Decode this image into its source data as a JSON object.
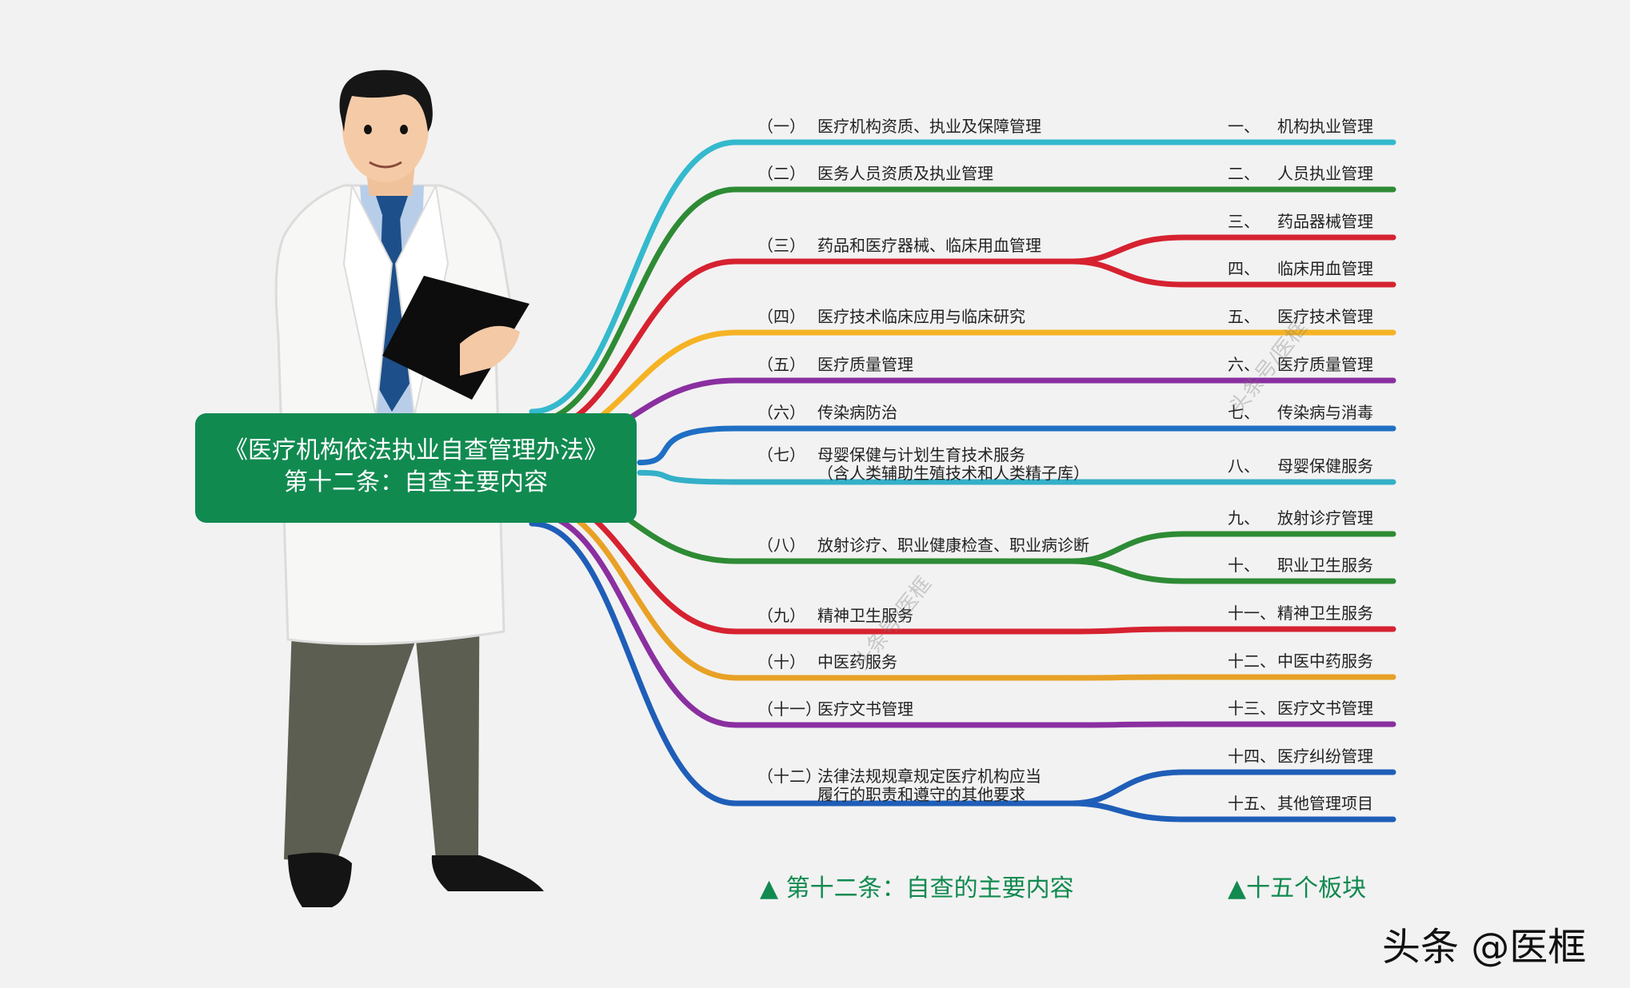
{
  "title": {
    "line1": "《医疗机构依法执业自查管理办法》",
    "line2": "第十二条：自查主要内容"
  },
  "left_items": [
    {
      "num": "（一）",
      "text": "医疗机构资质、执业及保障管理",
      "color": "#34b9cd"
    },
    {
      "num": "（二）",
      "text": "医务人员资质及执业管理",
      "color": "#2e8b35"
    },
    {
      "num": "（三）",
      "text": "药品和医疗器械、临床用血管理",
      "color": "#d62230"
    },
    {
      "num": "（四）",
      "text": "医疗技术临床应用与临床研究",
      "color": "#f5b324"
    },
    {
      "num": "（五）",
      "text": "医疗质量管理",
      "color": "#8a2fa0"
    },
    {
      "num": "（六）",
      "text": "传染病防治",
      "color": "#1f6fc4"
    },
    {
      "num": "（七）",
      "text": "母婴保健与计划生育技术服务",
      "sub": "（含人类辅助生殖技术和人类精子库）",
      "color": "#34b0c8"
    },
    {
      "num": "（八）",
      "text": "放射诊疗、职业健康检查、职业病诊断",
      "color": "#2e8b35"
    },
    {
      "num": "（九）",
      "text": "精神卫生服务",
      "color": "#d62230"
    },
    {
      "num": "（十）",
      "text": "中医药服务",
      "color": "#e8a126"
    },
    {
      "num": "（十一）",
      "text": "医疗文书管理",
      "color": "#8a2fa0"
    },
    {
      "num": "（十二）",
      "text": "法律法规规章规定医疗机构应当",
      "sub": "履行的职责和遵守的其他要求",
      "color": "#1f5eb8"
    }
  ],
  "right_items": [
    {
      "num": "一、",
      "text": "机构执业管理"
    },
    {
      "num": "二、",
      "text": "人员执业管理"
    },
    {
      "num": "三、",
      "text": "药品器械管理"
    },
    {
      "num": "四、",
      "text": "临床用血管理"
    },
    {
      "num": "五、",
      "text": "医疗技术管理"
    },
    {
      "num": "六、",
      "text": "医疗质量管理"
    },
    {
      "num": "七、",
      "text": "传染病与消毒"
    },
    {
      "num": "八、",
      "text": "母婴保健服务"
    },
    {
      "num": "九、",
      "text": "放射诊疗管理"
    },
    {
      "num": "十、",
      "text": "职业卫生服务"
    },
    {
      "num": "十一、",
      "text": "精神卫生服务"
    },
    {
      "num": "十二、",
      "text": "中医中药服务"
    },
    {
      "num": "十三、",
      "text": "医疗文书管理"
    },
    {
      "num": "十四、",
      "text": "医疗纠纷管理"
    },
    {
      "num": "十五、",
      "text": "其他管理项目"
    }
  ],
  "captions": {
    "left": "▲ 第十二条：自查的主要内容",
    "right": "▲十五个板块"
  },
  "watermark": "头条号/医框",
  "brand": "头条 @医框"
}
